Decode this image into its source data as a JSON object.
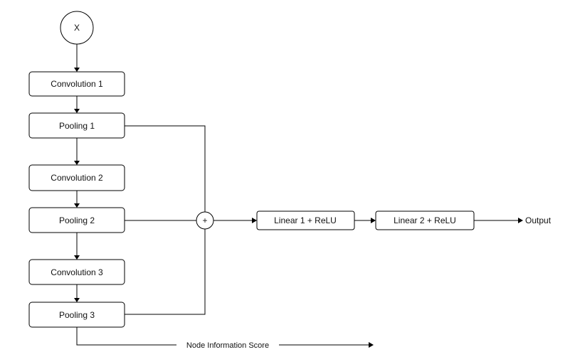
{
  "diagram": {
    "input_node": "X",
    "nodes": {
      "conv1": "Convolution 1",
      "pool1": "Pooling 1",
      "conv2": "Convolution 2",
      "pool2": "Pooling 2",
      "conv3": "Convolution 3",
      "pool3": "Pooling 3",
      "sum": "+",
      "linear1": "Linear 1 + ReLU",
      "linear2": "Linear 2 + ReLU"
    },
    "output_label": "Output",
    "score_label": "Node Information Score",
    "colors": {
      "stroke": "#000000",
      "fill": "#ffffff",
      "text": "#111111"
    }
  }
}
